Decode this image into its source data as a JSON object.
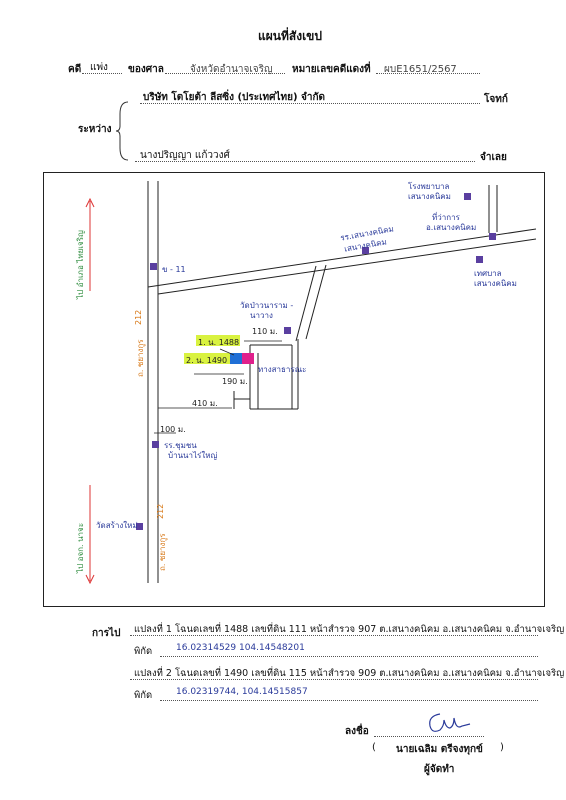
{
  "document": {
    "title": "แผนที่สังเขป",
    "case_label": "คดี",
    "case_type": "แพ่ง",
    "court_label": "ของศาล",
    "court_name": "จังหวัดอำนาจเจริญ",
    "red_number_label": "หมายเลขคดีแดงที่",
    "red_number": "ผบE1651/2567",
    "between_label": "ระหว่าง",
    "plaintiff_name": "บริษัท โตโยต้า ลีสซิ่ง (ประเทศไทย) จำกัด",
    "plaintiff_role": "โจทก์",
    "defendant_name": "นางปริญญา แก้ววงศ์",
    "defendant_role": "จำเลย"
  },
  "map": {
    "road_ayutthaya_top": "ถ. ชยางกูร",
    "road_ayutthaya_top_num": "212",
    "road_ayutthaya_bottom": "ถ. ชยางกูร",
    "road_ayutthaya_bottom_num": "212",
    "to_yasothon": "ไป อำเภอ ไทยเจริญ",
    "to_amnat": "ไป อจก. นาจะ",
    "label_b11": "ข - 11",
    "label_school": "รร.เสนางคนิคม",
    "label_school2": "เสนางคนิคม",
    "label_hospital": "โรงพยาบาล",
    "label_hospital2": "เสนางคนิคม",
    "label_district": "ที่ว่าการ",
    "label_district2": "อ.เสนางคนิคม",
    "label_municipal": "เทศบาล",
    "label_municipal2": "เสนางคนิคม",
    "label_wat": "วัดป่าวนาราม -",
    "label_wat2": "นาวาง",
    "dist_110": "110 ม.",
    "plot1_label": "1. น. 1488",
    "plot2_label": "2. น. 1490",
    "label_public_way": "ทางสาธารณะ",
    "dist_190": "190 ม.",
    "dist_410": "410 ม.",
    "dist_100": "100 ม.",
    "label_school_south": "รร.ชุมชน",
    "label_school_south2": "บ้านนาไร่ใหญ่",
    "label_wat_south": "วัดสร้างใหม่",
    "colors": {
      "plot1": "#1f6fd6",
      "plot2": "#e0208c",
      "highlight": "#d9f240",
      "arrow": "#d33",
      "mark": "#5a3fa0"
    }
  },
  "details": {
    "route_label": "การไป",
    "plot1_desc": "แปลงที่ 1 โฉนดเลขที่ 1488 เลขที่ดิน 111 หน้าสำรวจ 907 ต.เสนางคนิคม อ.เสนางคนิคม จ.อำนาจเจริญ",
    "coord_label1": "พิกัด",
    "plot1_coords": "16.02314529 104.14548201",
    "plot2_desc": "แปลงที่ 2 โฉนดเลขที่ 1490 เลขที่ดิน 115 หน้าสำรวจ 909 ต.เสนางคนิคม อ.เสนางคนิคม จ.อำนาจเจริญ",
    "coord_label2": "พิกัด",
    "plot2_coords": "16.02319744, 104.14515857"
  },
  "signature": {
    "sign_label": "ลงชื่อ",
    "signer_name": "นายเฉลิม ตรีจงทุกข์",
    "open_paren": "(",
    "close_paren": ")",
    "signer_role": "ผู้จัดทำ"
  }
}
